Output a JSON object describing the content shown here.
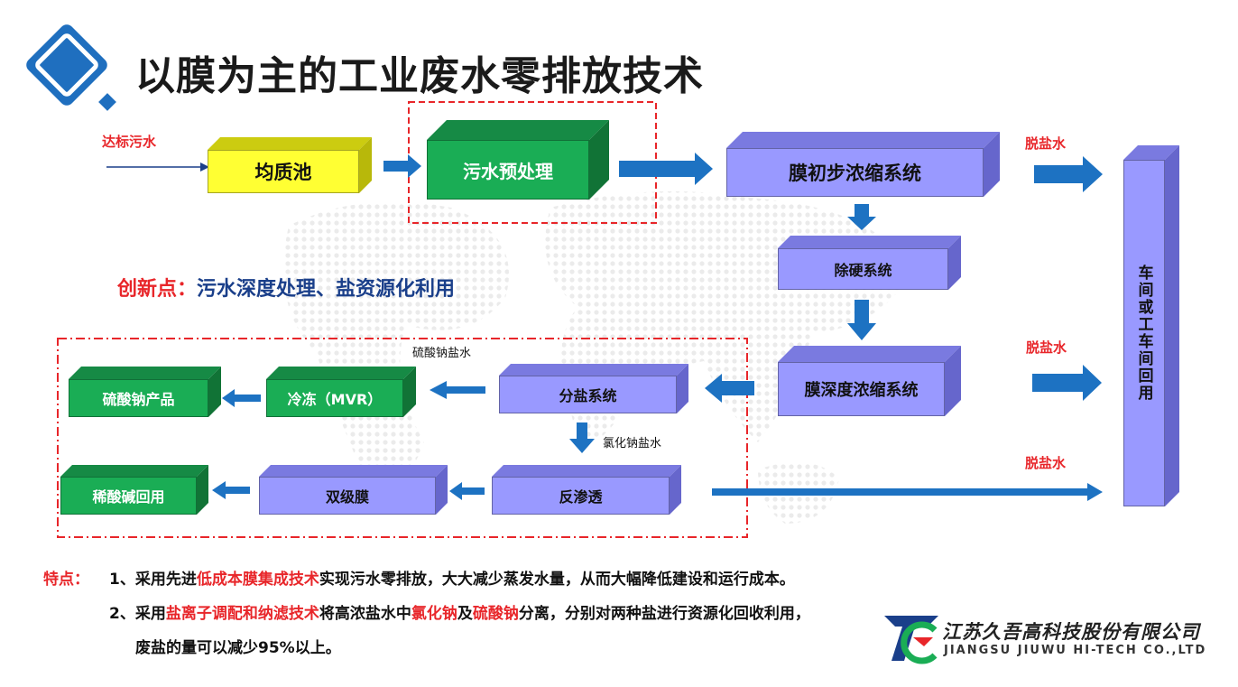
{
  "title": "以膜为主的工业废水零排放技术",
  "input_label": "达标污水",
  "nodes": {
    "equalization": "均质池",
    "pretreatment": "污水预处理",
    "membrane_initial": "膜初步浓缩系统",
    "hardness_removal": "除硬系统",
    "membrane_deep": "膜深度浓缩系统",
    "salt_separation": "分盐系统",
    "freezing": "冷冻（MVR）",
    "sodium_sulfate_product": "硫酸钠产品",
    "reverse_osmosis": "反渗透",
    "bipolar_membrane": "双级膜",
    "dilute_acid_base": "稀酸碱回用",
    "reuse": "车间或工车间回用"
  },
  "flow_labels": {
    "desalted_1": "脱盐水",
    "desalted_2": "脱盐水",
    "desalted_3": "脱盐水",
    "sodium_sulfate_brine": "硫酸钠盐水",
    "sodium_chloride_brine": "氯化钠盐水"
  },
  "innovation": {
    "label": "创新点：",
    "text": "污水深度处理、盐资源化利用"
  },
  "features": {
    "label": "特点：",
    "item1_prefix": "1、采用先进",
    "item1_highlight": "低成本膜集成技术",
    "item1_suffix": "实现污水零排放，大大减少蒸发水量，从而大幅降低建设和运行成本。",
    "item2_prefix": "2、采用",
    "item2_highlight1": "盐离子调配和纳滤技术",
    "item2_mid1": "将高浓盐水中",
    "item2_highlight2": "氯化钠",
    "item2_mid2": "及",
    "item2_highlight3": "硫酸钠",
    "item2_suffix": "分离，分别对两种盐进行资源化回收利用，",
    "item2_line2": "废盐的量可以减少95%以上。"
  },
  "company": {
    "name_cn": "江苏久吾高科技股份有限公司",
    "name_en": "JIANGSU JIUWU HI-TECH CO.,LTD"
  },
  "colors": {
    "yellow": "#ffff33",
    "green": "#1aad55",
    "purple": "#9999ff",
    "arrow_blue": "#1d72c2",
    "red": "#e8262a",
    "title_icon": "#1f6fbf"
  }
}
